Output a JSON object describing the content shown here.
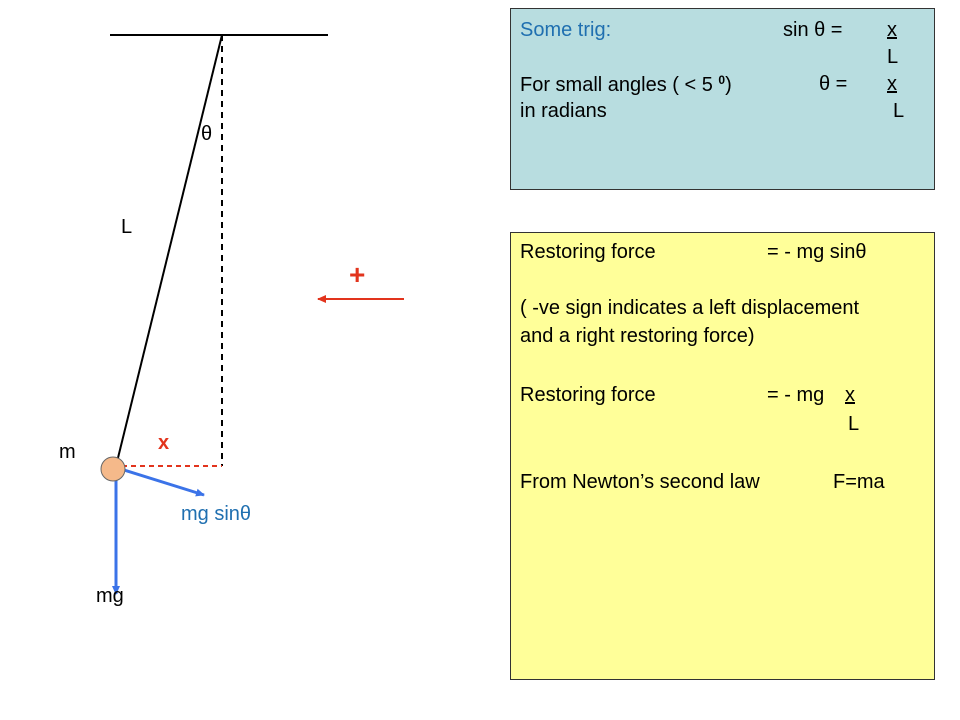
{
  "colors": {
    "trig_box": "#b8dde0",
    "force_box": "#ffff99",
    "force_arrow": "#3b73e8",
    "displacement": "#e2341d",
    "bob": "#f5b98a",
    "label_blue": "#1f6fb0"
  },
  "diagram": {
    "theta_label": "θ",
    "length_label": "L",
    "mass_label": "m",
    "displacement_label": "x",
    "weight_label": "mg",
    "tangential_force_label": "mg sinθ",
    "direction_label": "+"
  },
  "trig_box": {
    "line1_left": "Some trig:",
    "line1_right_prefix": "sin θ   =",
    "line1_num": "x",
    "line1_den": "L",
    "line2_left_text": "For small angles  ( < 5",
    "line2_sup": "0",
    "line2_close": ")",
    "line2_right_prefix": "θ   =",
    "line2_num": "x",
    "line3_left": "in radians",
    "line3_den": "L"
  },
  "force_box": {
    "line1_left": "Restoring force",
    "line1_right": "=  - mg sinθ",
    "line2": "( -ve sign indicates a left displacement",
    "line3": "and a right restoring force)",
    "line4_left": "Restoring force",
    "line4_right_prefix": "=  - mg",
    "line4_num": "x",
    "line5_den": "L",
    "line6_left": "From Newton’s second law",
    "line6_right": "F=ma"
  }
}
